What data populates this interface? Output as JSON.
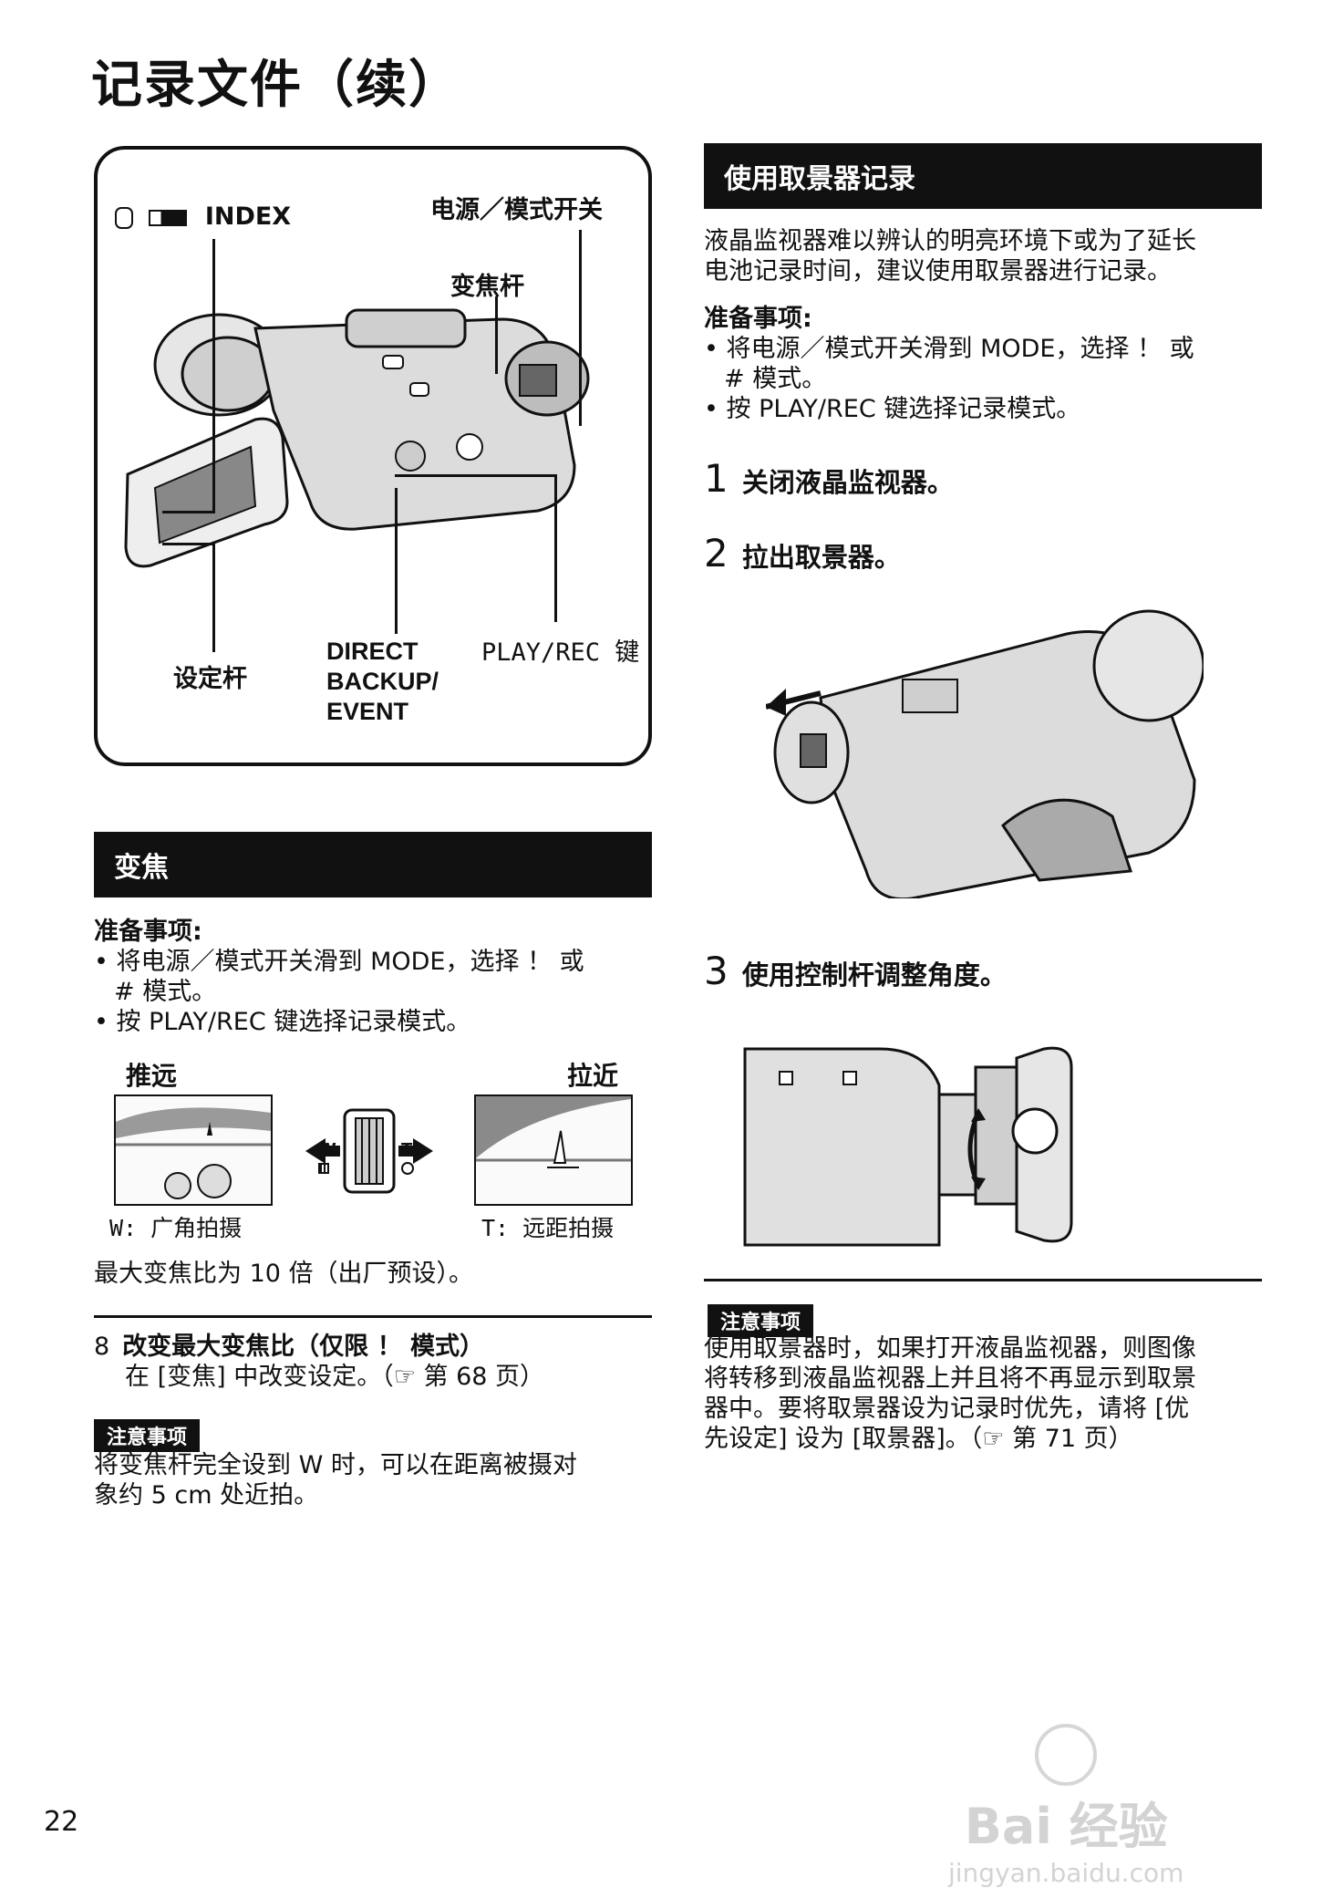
{
  "title": "记录文件（续）",
  "figure_callouts": {
    "index": "INDEX",
    "power_mode_switch": "电源／模式开关",
    "zoom_lever": "变焦杆",
    "setting_lever": "设定杆",
    "direct_backup_1": "DIRECT",
    "direct_backup_2": "BACKUP/",
    "direct_backup_3": "EVENT",
    "play_rec_key": "PLAY/REC 键"
  },
  "zoom_section": {
    "heading": "变焦",
    "prep_title": "准备事项:",
    "prep_item_1_line1": "将电源／模式开关滑到 MODE，选择 ！  或",
    "prep_item_1_line2": "#  模式。",
    "prep_item_2": "按 PLAY/REC 键选择记录模式。",
    "zoom_out_label": "推远",
    "zoom_in_label": "拉近",
    "w_letter": "W",
    "t_letter": "T",
    "w_caption": "W: 广角拍摄",
    "t_caption": "T: 远距拍摄",
    "max_zoom_text": "最大变焦比为 10 倍（出厂预设）。",
    "change_num": "8",
    "change_title": "改变最大变焦比（仅限 ！  模式）",
    "change_detail": "在 [变焦] 中改变设定。（☞ 第 68 页）",
    "note_badge": "注意事项",
    "note_line1": "将变焦杆完全设到 W 时，可以在距离被摄对",
    "note_line2": "象约 5 cm 处近拍。"
  },
  "viewfinder_section": {
    "heading": "使用取景器记录",
    "intro_line1": "液晶监视器难以辨认的明亮环境下或为了延长",
    "intro_line2": "电池记录时间，建议使用取景器进行记录。",
    "prep_title": "准备事项:",
    "prep_item_1_line1": "将电源／模式开关滑到 MODE，选择 ！  或",
    "prep_item_1_line2": "#  模式。",
    "prep_item_2": "按 PLAY/REC 键选择记录模式。",
    "steps": [
      {
        "num": "1",
        "text": "关闭液晶监视器。"
      },
      {
        "num": "2",
        "text": "拉出取景器。"
      },
      {
        "num": "3",
        "text": "使用控制杆调整角度。"
      }
    ],
    "note_badge": "注意事项",
    "note_line1": "使用取景器时，如果打开液晶监视器，则图像",
    "note_line2": "将转移到液晶监视器上并且将不再显示到取景",
    "note_line3": "器中。要将取景器设为记录时优先，请将 [优",
    "note_line4": "先设定] 设为 [取景器]。（☞ 第 71 页）"
  },
  "page_number": "22",
  "watermark": {
    "line1": "Bai 经验",
    "line2": "jingyan.baidu.com"
  }
}
